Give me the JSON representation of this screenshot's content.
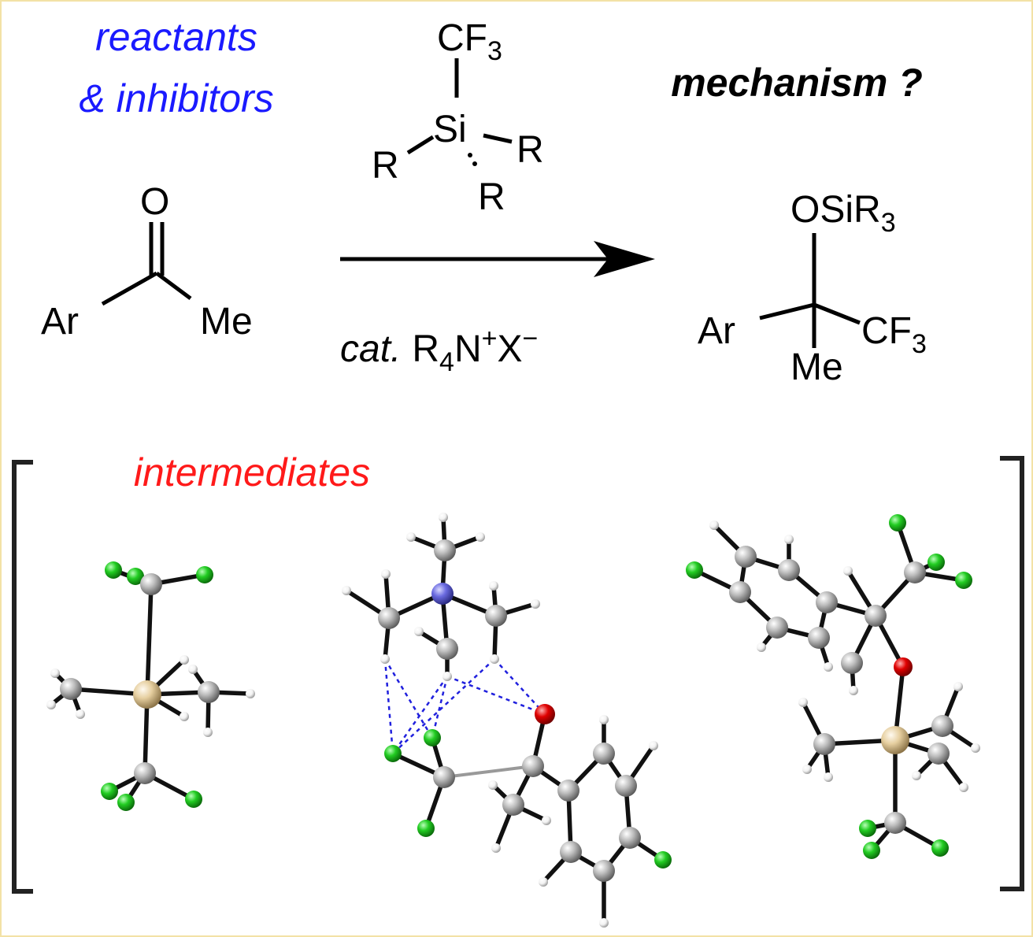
{
  "header": {
    "reactants_line1": "reactants",
    "reactants_line2": "& inhibitors",
    "mechanism": "mechanism ?"
  },
  "reagent": {
    "cf3": "CF",
    "cf3_sub": "3",
    "si": "Si",
    "r_left": "R",
    "r_right": "R",
    "r_bottom": "R"
  },
  "ketone": {
    "o": "O",
    "ar": "Ar",
    "me": "Me"
  },
  "arrow_condition": {
    "cat": "cat.",
    "r": "R",
    "r_sub": "4",
    "n": "N",
    "n_sup": "+",
    "x": "X",
    "x_sup": "−"
  },
  "product": {
    "osir": "OSiR",
    "osir_sub": "3",
    "ar": "Ar",
    "cf3": "CF",
    "cf3_sub": "3",
    "me": "Me"
  },
  "intermediates_label": "intermediates",
  "colors": {
    "reactants": "#1a1aff",
    "intermediates": "#ff1a1a",
    "carbon": "#b4b4b4",
    "fluorine": "#22cc22",
    "oxygen": "#e00000",
    "nitrogen": "#6a6ae0",
    "silicon": "#e6cfa0",
    "hydrogen": "#f2f2f2",
    "hbond": "#2020dd",
    "frame": "#f3e2a6"
  }
}
